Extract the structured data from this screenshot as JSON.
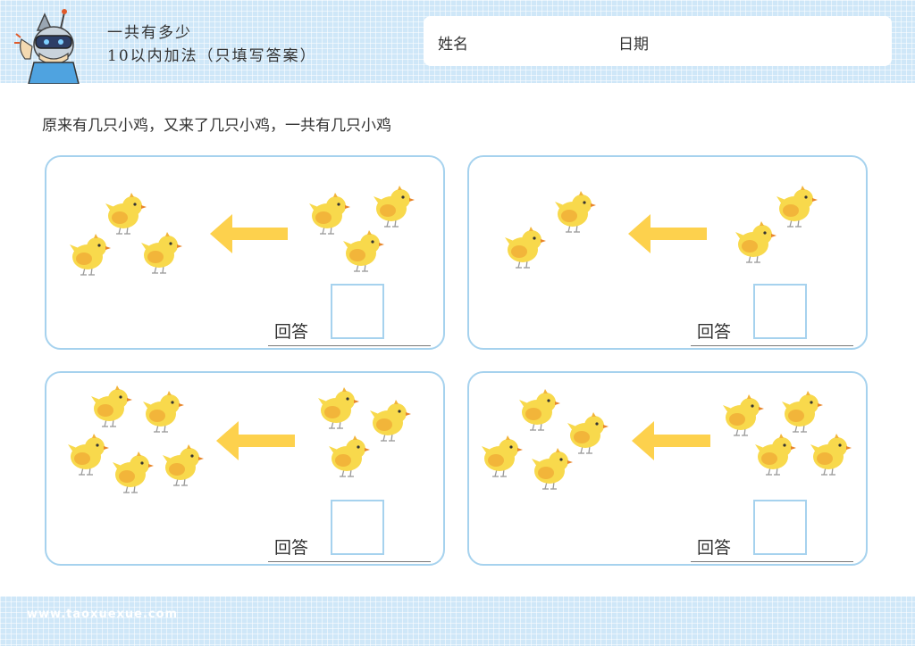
{
  "header": {
    "title_line1": "一共有多少",
    "title_line2": "10以内加法（只填写答案）",
    "name_label": "姓名",
    "date_label": "日期"
  },
  "instruction": "原来有几只小鸡，又来了几只小鸡，一共有几只小鸡",
  "problems": [
    {
      "left_count": 3,
      "right_count": 3,
      "answer_label": "回答"
    },
    {
      "left_count": 2,
      "right_count": 2,
      "answer_label": "回答"
    },
    {
      "left_count": 5,
      "right_count": 3,
      "answer_label": "回答"
    },
    {
      "left_count": 4,
      "right_count": 4,
      "answer_label": "回答"
    }
  ],
  "footer": {
    "website": "www.taoxuexue.com"
  },
  "colors": {
    "band": "#cfe7f8",
    "card_border": "#a6d2ee",
    "arrow": "#fdd14d",
    "chick_body": "#f8d94c",
    "chick_wing": "#f2b53a"
  },
  "icons": {
    "arrow": "arrow-left-icon",
    "chick": "chick-icon",
    "mascot": "robot-mascot-icon"
  }
}
